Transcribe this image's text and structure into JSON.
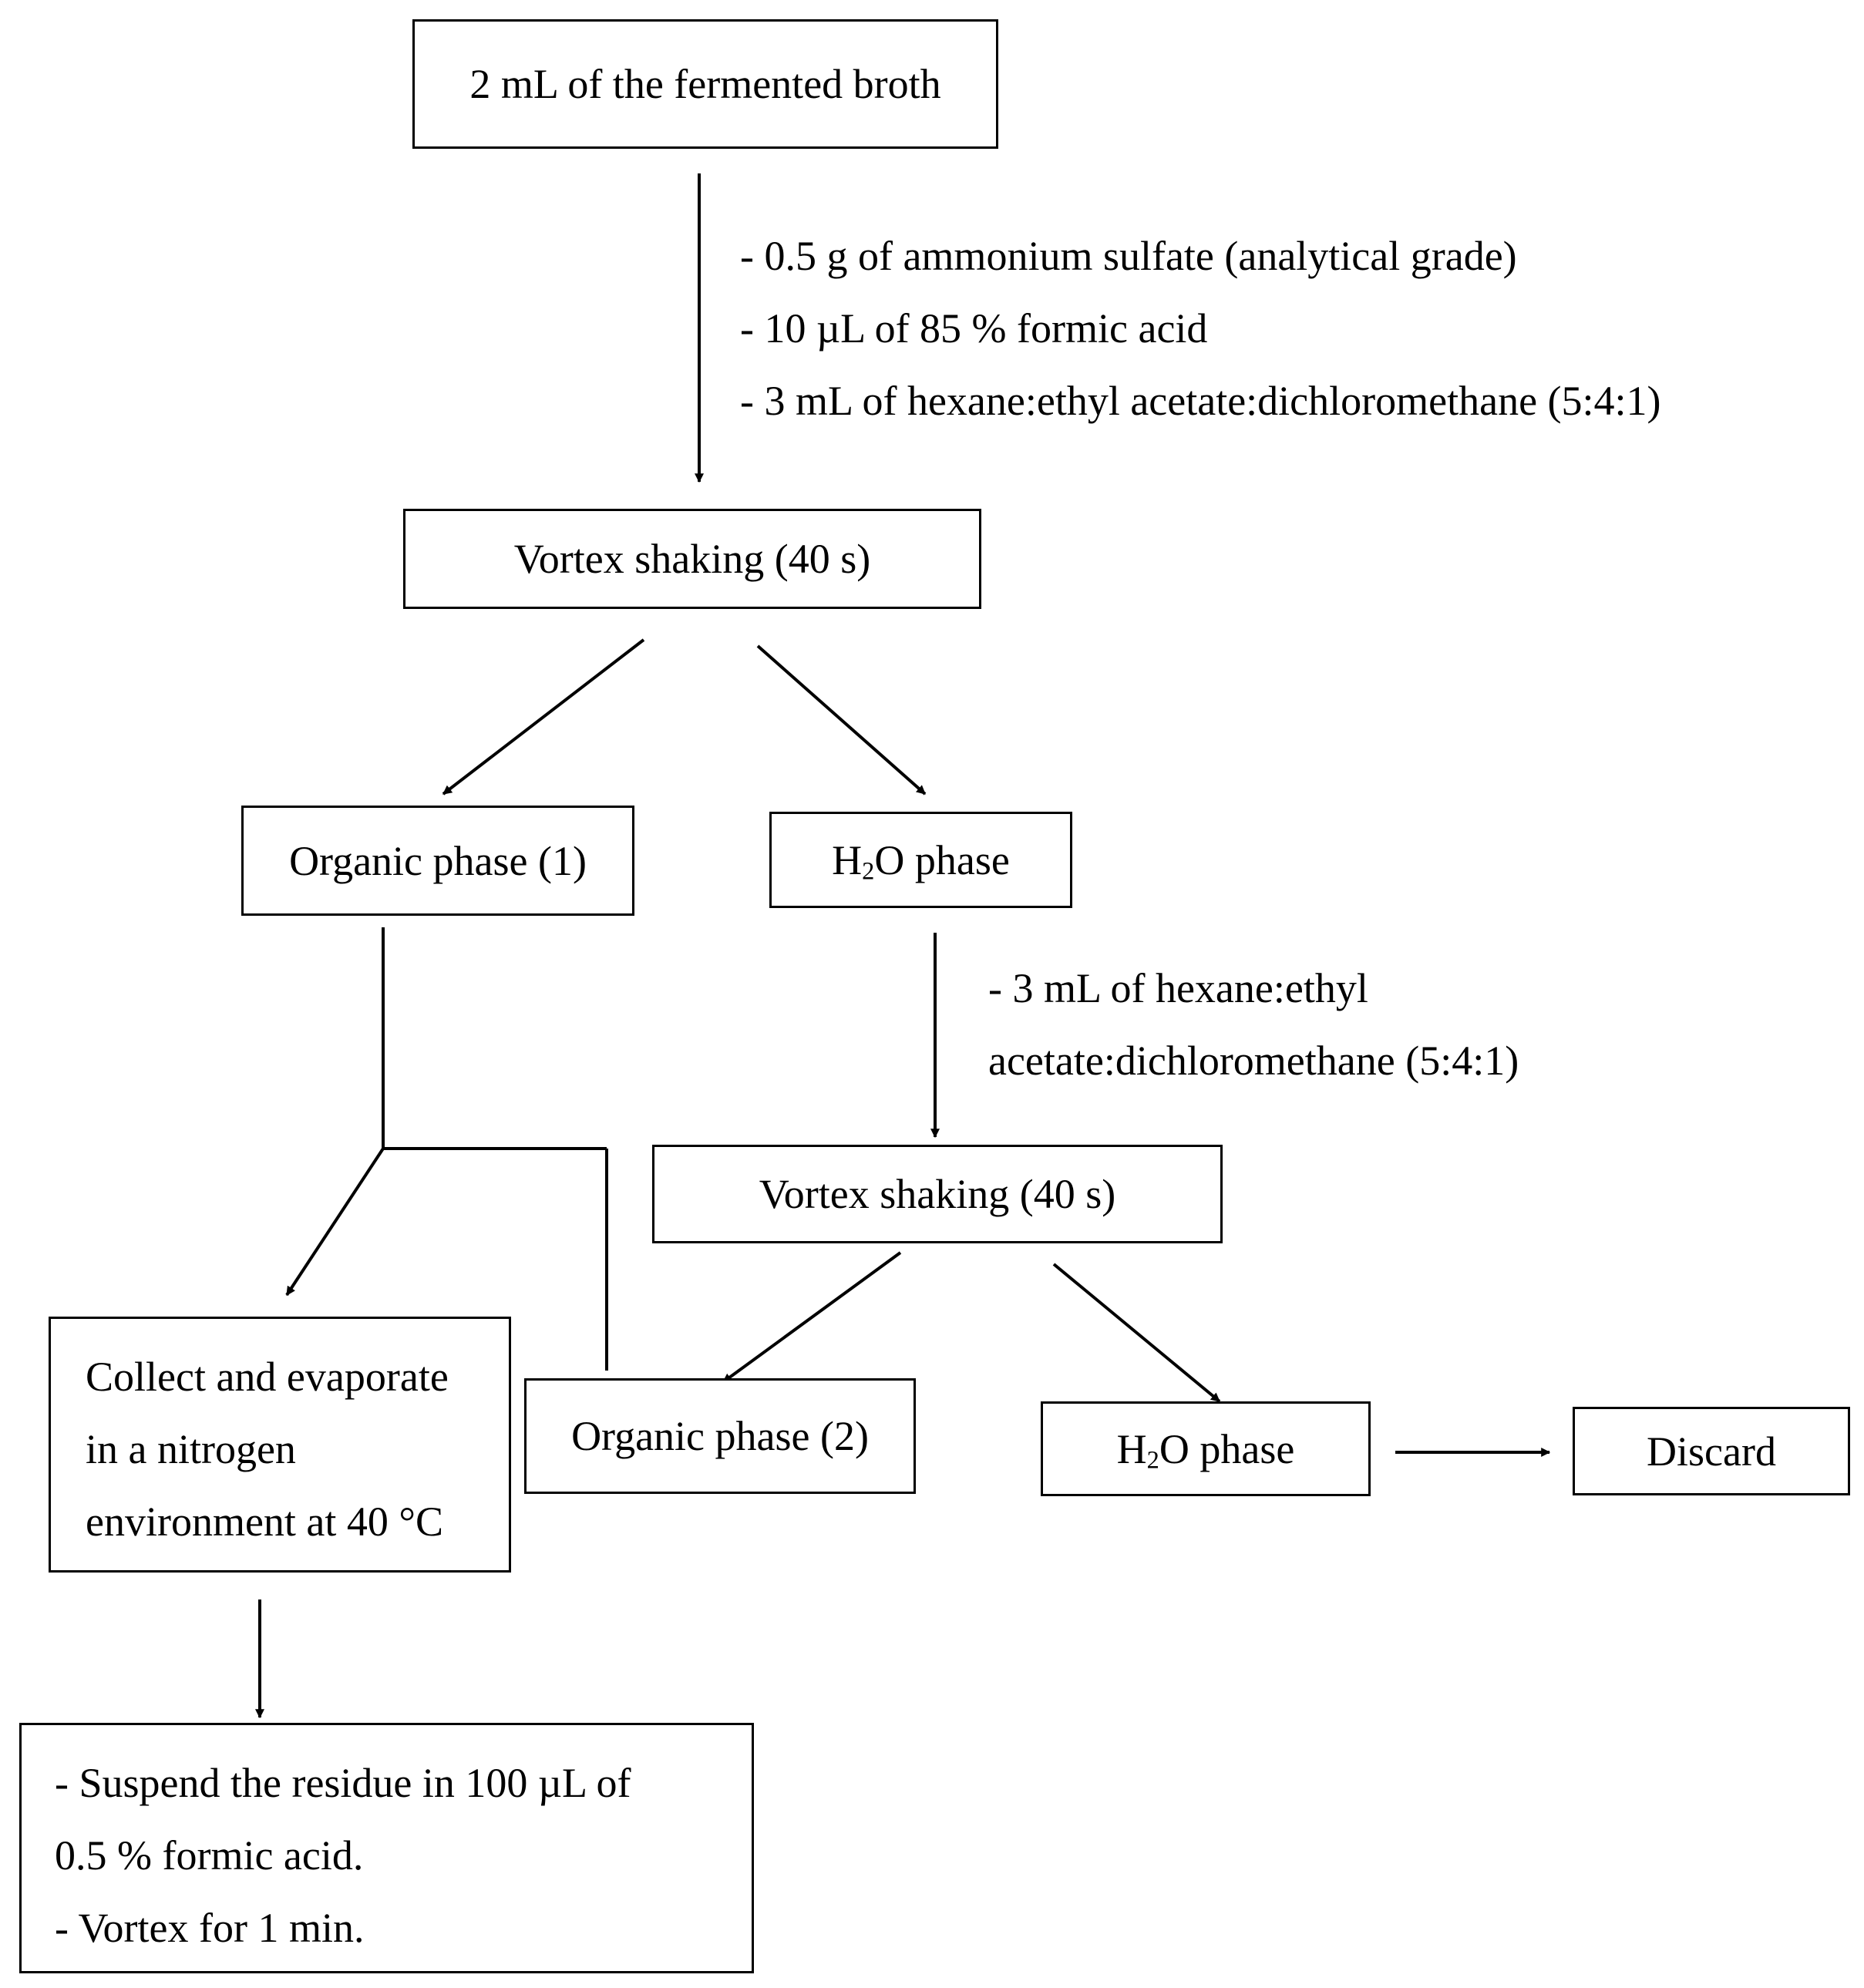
{
  "boxes": {
    "start": "2 mL of the fermented broth",
    "vortex1": "Vortex shaking (40 s)",
    "organic1": "Organic phase (1)",
    "water1": {
      "pre": "H",
      "sub": "2",
      "post": "O phase"
    },
    "vortex2": "Vortex shaking (40 s)",
    "organic2": "Organic phase (2)",
    "water2": {
      "pre": "H",
      "sub": "2",
      "post": "O phase"
    },
    "discard": "Discard",
    "collect": [
      "Collect and evaporate",
      "in a nitrogen",
      "environment at 40 °C"
    ],
    "final": [
      "- Suspend the residue in 100 µL of",
      "0.5 % formic acid.",
      "- Vortex for 1 min."
    ]
  },
  "notes": {
    "step1": [
      "- 0.5 g of ammonium sulfate (analytical grade)",
      "- 10 µL of 85 % formic acid",
      "- 3 mL of hexane:ethyl acetate:dichloromethane (5:4:1)"
    ],
    "step2": [
      "- 3 mL of hexane:ethyl",
      "acetate:dichloromethane (5:4:1)"
    ]
  }
}
